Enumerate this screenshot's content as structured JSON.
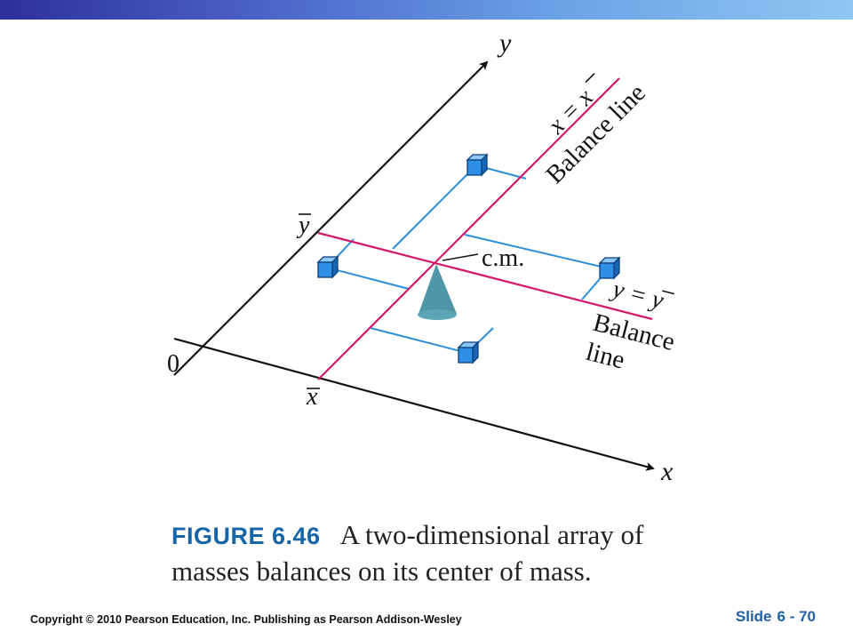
{
  "header": {
    "bar_colors": [
      "#2c2f9c",
      "#8ec6f4"
    ]
  },
  "figure": {
    "labels": {
      "y_axis": "y",
      "x_axis": "x",
      "origin": "0",
      "y_bar": "y",
      "x_bar": "x",
      "balance_line_x_eq": "x = x",
      "balance_line_1": "Balance line",
      "cm": "c.m.",
      "balance_line_y_eq": "y = y",
      "balance_line_2_a": "Balance",
      "balance_line_2_b": "line"
    },
    "colors": {
      "balance_line": "#d4196a",
      "mass_line": "#2b8fdc",
      "cube": "#2e8fe6",
      "cone": "#4f97a8",
      "axis": "#111111"
    },
    "icons": [
      "cube-mass-icon",
      "cone-support-icon",
      "arrow-icon"
    ]
  },
  "caption": {
    "figure_number": "FIGURE 6.46",
    "text": "A two-dimensional array of masses balances on its center of mass."
  },
  "footer": {
    "copyright": "Copyright © 2010 Pearson Education, Inc.  Publishing as Pearson Addison-Wesley",
    "slide_label": "Slide",
    "slide_number": "6 -  70"
  }
}
